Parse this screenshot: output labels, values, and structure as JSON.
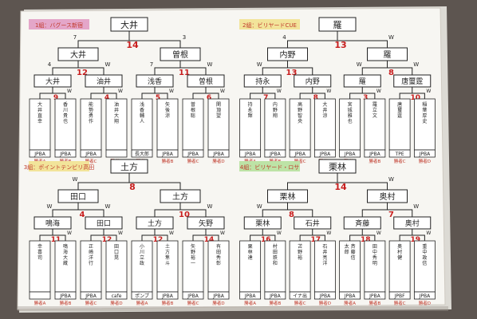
{
  "brackets": [
    {
      "tag": "1組：バグース新宿",
      "tag_color": "#e4a6c9",
      "top": "大井",
      "top_score": "14",
      "top_left_num": "7",
      "top_right_num": "3",
      "semi": [
        {
          "name": "大井",
          "score": "12",
          "ln": "4",
          "rn": "W"
        },
        {
          "name": "曽根",
          "score": "11",
          "ln": "7",
          "rn": "W"
        }
      ],
      "qf": [
        {
          "name": "大井",
          "score": "9",
          "ln": "",
          "rn": "W"
        },
        {
          "name": "油井",
          "score": "4",
          "ln": "",
          "rn": "W"
        },
        {
          "name": "浅香",
          "score": "5",
          "ln": "",
          "rn": "W"
        },
        {
          "name": "曽根",
          "score": "6",
          "ln": "",
          "rn": "W"
        }
      ],
      "players": [
        {
          "name": "大井直幸",
          "aff": "JPBA",
          "tag": "勝者A"
        },
        {
          "name": "香川貴也",
          "aff": "JPBA",
          "tag": "勝者B"
        },
        {
          "name": "能勢勇作",
          "aff": "JPBA",
          "tag": "勝者C"
        },
        {
          "name": "油井大翔",
          "aff": "",
          "tag": "勝者D"
        },
        {
          "name": "浅香輔人",
          "aff": "長大郎",
          "tag": "勝者A"
        },
        {
          "name": "矢後涼",
          "aff": "JPBA",
          "tag": "勝者B"
        },
        {
          "name": "曽根聡",
          "aff": "JPBA",
          "tag": "勝者C"
        },
        {
          "name": "関頂望",
          "aff": "JPBA",
          "tag": "勝者D"
        }
      ]
    },
    {
      "tag": "2組：ビリヤードCUE",
      "tag_color": "#f2e49a",
      "top": "羅",
      "top_score": "13",
      "top_left_num": "4",
      "top_right_num": "W",
      "semi": [
        {
          "name": "内野",
          "score": "13",
          "ln": "W",
          "rn": ""
        },
        {
          "name": "羅",
          "score": "8",
          "ln": "W",
          "rn": "W"
        }
      ],
      "qf": [
        {
          "name": "持永",
          "score": "7",
          "ln": "",
          "rn": "W"
        },
        {
          "name": "内野",
          "score": "8",
          "ln": "",
          "rn": "W"
        },
        {
          "name": "羅",
          "score": "3",
          "ln": "",
          "rn": "W"
        },
        {
          "name": "唐璽霆",
          "score": "10",
          "ln": "",
          "rn": "W"
        }
      ],
      "players": [
        {
          "name": "持永輝",
          "aff": "JPBA",
          "tag": "勝者A"
        },
        {
          "name": "内野翔",
          "aff": "JPBA",
          "tag": "勝者B"
        },
        {
          "name": "高野智央",
          "aff": "JPBA",
          "tag": "勝者C"
        },
        {
          "name": "大井涼",
          "aff": "JPBA",
          "tag": "勝者D"
        },
        {
          "name": "宮城雅也",
          "aff": "JPBA",
          "tag": "勝者A"
        },
        {
          "name": "羅立文",
          "aff": "JPBA",
          "tag": "勝者B"
        },
        {
          "name": "唐璽霆",
          "aff": "TPE",
          "tag": "勝者C"
        },
        {
          "name": "稲葉厚史",
          "aff": "JPBA",
          "tag": "勝者D"
        }
      ]
    },
    {
      "tag": "3組：ポイントテンビリ高田",
      "tag_color": "#f2e49a",
      "top": "土方",
      "top_score": "8",
      "top_left_num": "W",
      "top_right_num": "",
      "semi": [
        {
          "name": "田口",
          "score": "4",
          "ln": "W",
          "rn": "W"
        },
        {
          "name": "土方",
          "score": "10",
          "ln": "",
          "rn": "W"
        }
      ],
      "qf": [
        {
          "name": "鳴海",
          "score": "11",
          "ln": "",
          "rn": "W"
        },
        {
          "name": "田口",
          "score": "12",
          "ln": "",
          "rn": "W"
        },
        {
          "name": "土方",
          "score": "12",
          "ln": "",
          "rn": "W"
        },
        {
          "name": "矢野",
          "score": "14",
          "ln": "",
          "rn": "W"
        }
      ],
      "players": [
        {
          "name": "幸喜司",
          "aff": "",
          "tag": "勝者A"
        },
        {
          "name": "鳴海大蔵",
          "aff": "JPBA",
          "tag": "勝者B"
        },
        {
          "name": "正崎洋行",
          "aff": "JPBA",
          "tag": "勝者C"
        },
        {
          "name": "田口晃",
          "aff": "cafe",
          "tag": "勝者D"
        },
        {
          "name": "小川立政",
          "aff": "ポンプ",
          "tag": "勝者A"
        },
        {
          "name": "土方隼斗",
          "aff": "JPBA",
          "tag": "勝者B"
        },
        {
          "name": "矢野裕一",
          "aff": "JPBA",
          "tag": "勝者C"
        },
        {
          "name": "有田秀彰",
          "aff": "JPBA",
          "tag": "勝者D"
        }
      ]
    },
    {
      "tag": "4組：ビリヤード・ロサ",
      "tag_color": "#bde3a6",
      "top": "栗林",
      "top_score": "14",
      "top_left_num": "",
      "top_right_num": "W",
      "semi": [
        {
          "name": "栗林",
          "score": "8",
          "ln": "W",
          "rn": ""
        },
        {
          "name": "奥村",
          "score": "7",
          "ln": "",
          "rn": "W"
        }
      ],
      "qf": [
        {
          "name": "栗林",
          "score": "16",
          "ln": "",
          "rn": "W"
        },
        {
          "name": "石井",
          "score": "17",
          "ln": "",
          "rn": "W"
        },
        {
          "name": "斉藤",
          "score": "18",
          "ln": "",
          "rn": "W"
        },
        {
          "name": "奥村",
          "score": "19",
          "ln": "",
          "rn": "W"
        }
      ],
      "players": [
        {
          "name": "栗林達",
          "aff": "JPBA",
          "tag": "勝者A"
        },
        {
          "name": "村田鉄和",
          "aff": "JPBA",
          "tag": "勝者B"
        },
        {
          "name": "苫野裕",
          "aff": "イナ出",
          "tag": "勝者C"
        },
        {
          "name": "石井亮洋",
          "aff": "JPBA",
          "tag": "勝者D"
        },
        {
          "name": "斉藤信太郎",
          "aff": "JPBA",
          "tag": "勝者A"
        },
        {
          "name": "田中秀明",
          "aff": "JPBA",
          "tag": "勝者B"
        },
        {
          "name": "奥村健",
          "aff": "JPBF",
          "tag": "勝者C"
        },
        {
          "name": "重中政信",
          "aff": "JPBA",
          "tag": "勝者D"
        }
      ]
    }
  ],
  "colors": {
    "paper": "#f7f6f2",
    "ink": "#222222",
    "score": "#c81e1e",
    "tag_text": "#c0392b",
    "background": "#5d5550"
  }
}
